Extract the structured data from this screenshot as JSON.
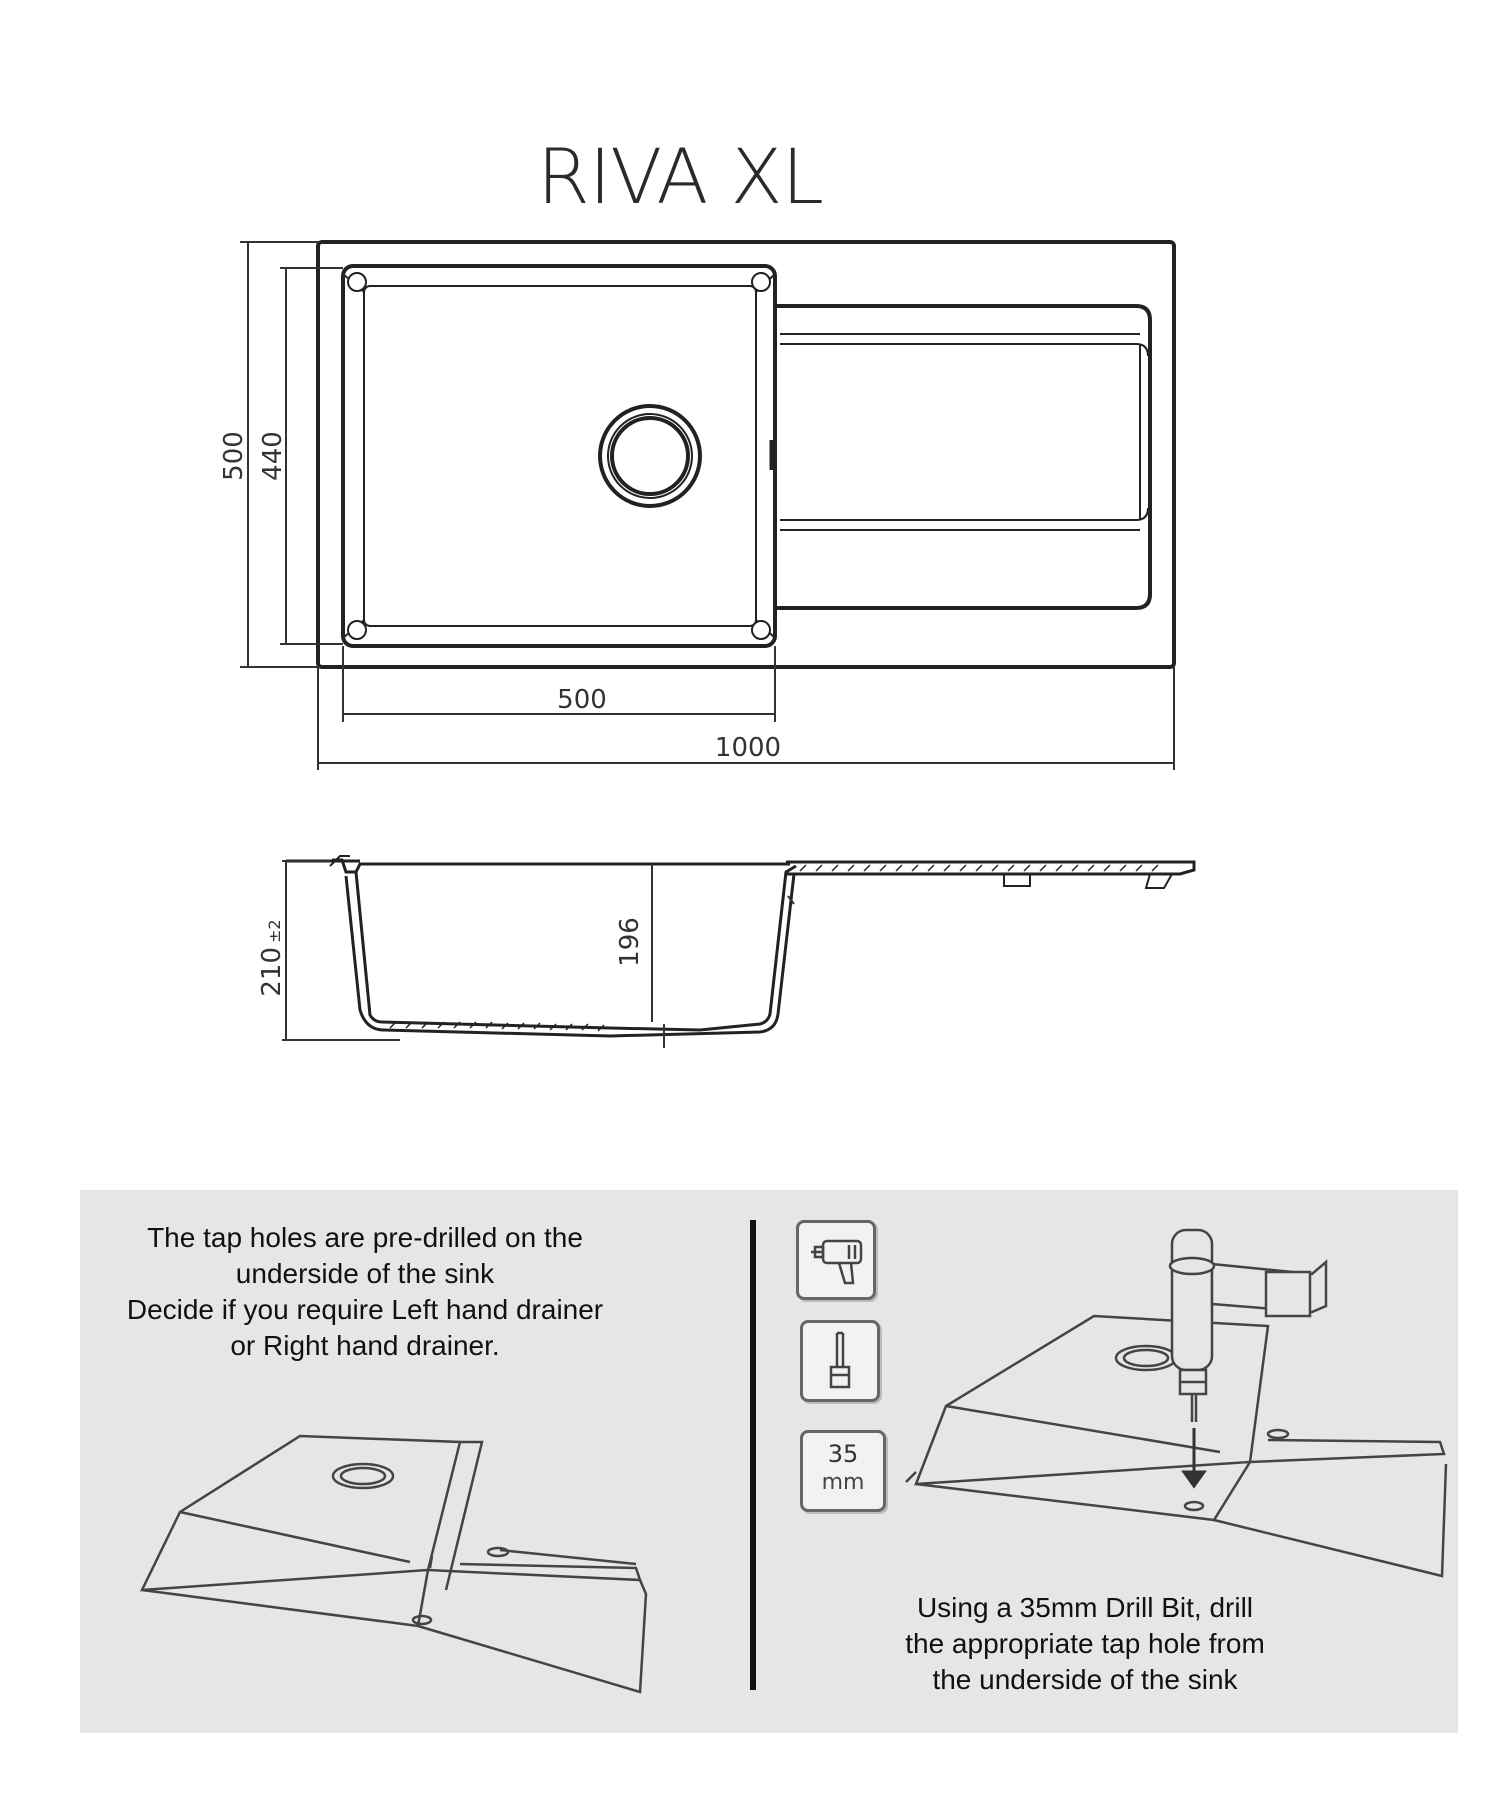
{
  "title": "RIVA XL",
  "dimensions": {
    "overall_width": "1000",
    "bowl_width": "500",
    "overall_depth": "500",
    "bowl_depth": "440",
    "bowl_height": "196",
    "total_height": "210",
    "total_height_tolerance": "±2"
  },
  "left_panel": {
    "lines": [
      "The tap holes are pre-drilled on the",
      "underside of the sink",
      "Decide if you require Left hand drainer",
      "or Right hand drainer."
    ]
  },
  "right_panel": {
    "bit_size_value": "35",
    "bit_size_unit": "mm",
    "lines": [
      "Using a 35mm Drill Bit, drill",
      "the appropriate tap hole from",
      "the underside of the sink"
    ]
  },
  "icons": [
    "drill-icon",
    "drill-bit-icon",
    "drill-down-arrow-icon"
  ],
  "colors": {
    "panel_background": "#e6e6e6",
    "line": "#222222"
  }
}
